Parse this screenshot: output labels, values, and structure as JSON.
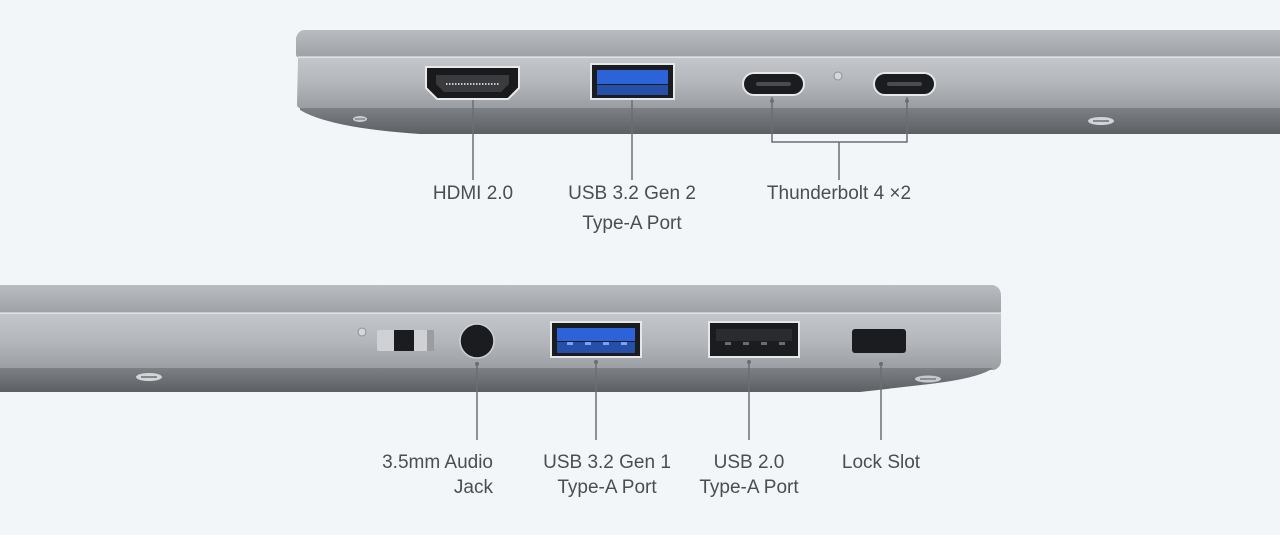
{
  "colors": {
    "background": "#f3f6f9",
    "chassis": "#a4a7ac",
    "usb3_blue": "#2d63d8",
    "leader_line": "#6b6e73",
    "label_text": "#4a4d52"
  },
  "top_view": {
    "ports": [
      {
        "id": "hdmi",
        "lines": [
          "HDMI 2.0"
        ]
      },
      {
        "id": "usb32g2",
        "lines": [
          "USB 3.2 Gen 2",
          "Type-A Port"
        ]
      },
      {
        "id": "thunderbolt",
        "lines": [
          "Thunderbolt 4 ×2"
        ]
      }
    ]
  },
  "bottom_view": {
    "ports": [
      {
        "id": "audio",
        "lines": [
          "3.5mm Audio",
          "Jack"
        ]
      },
      {
        "id": "usb32g1",
        "lines": [
          "USB 3.2 Gen 1",
          "Type-A Port"
        ]
      },
      {
        "id": "usb20",
        "lines": [
          "USB 2.0",
          "Type-A Port"
        ]
      },
      {
        "id": "lock",
        "lines": [
          "Lock Slot"
        ]
      }
    ]
  }
}
